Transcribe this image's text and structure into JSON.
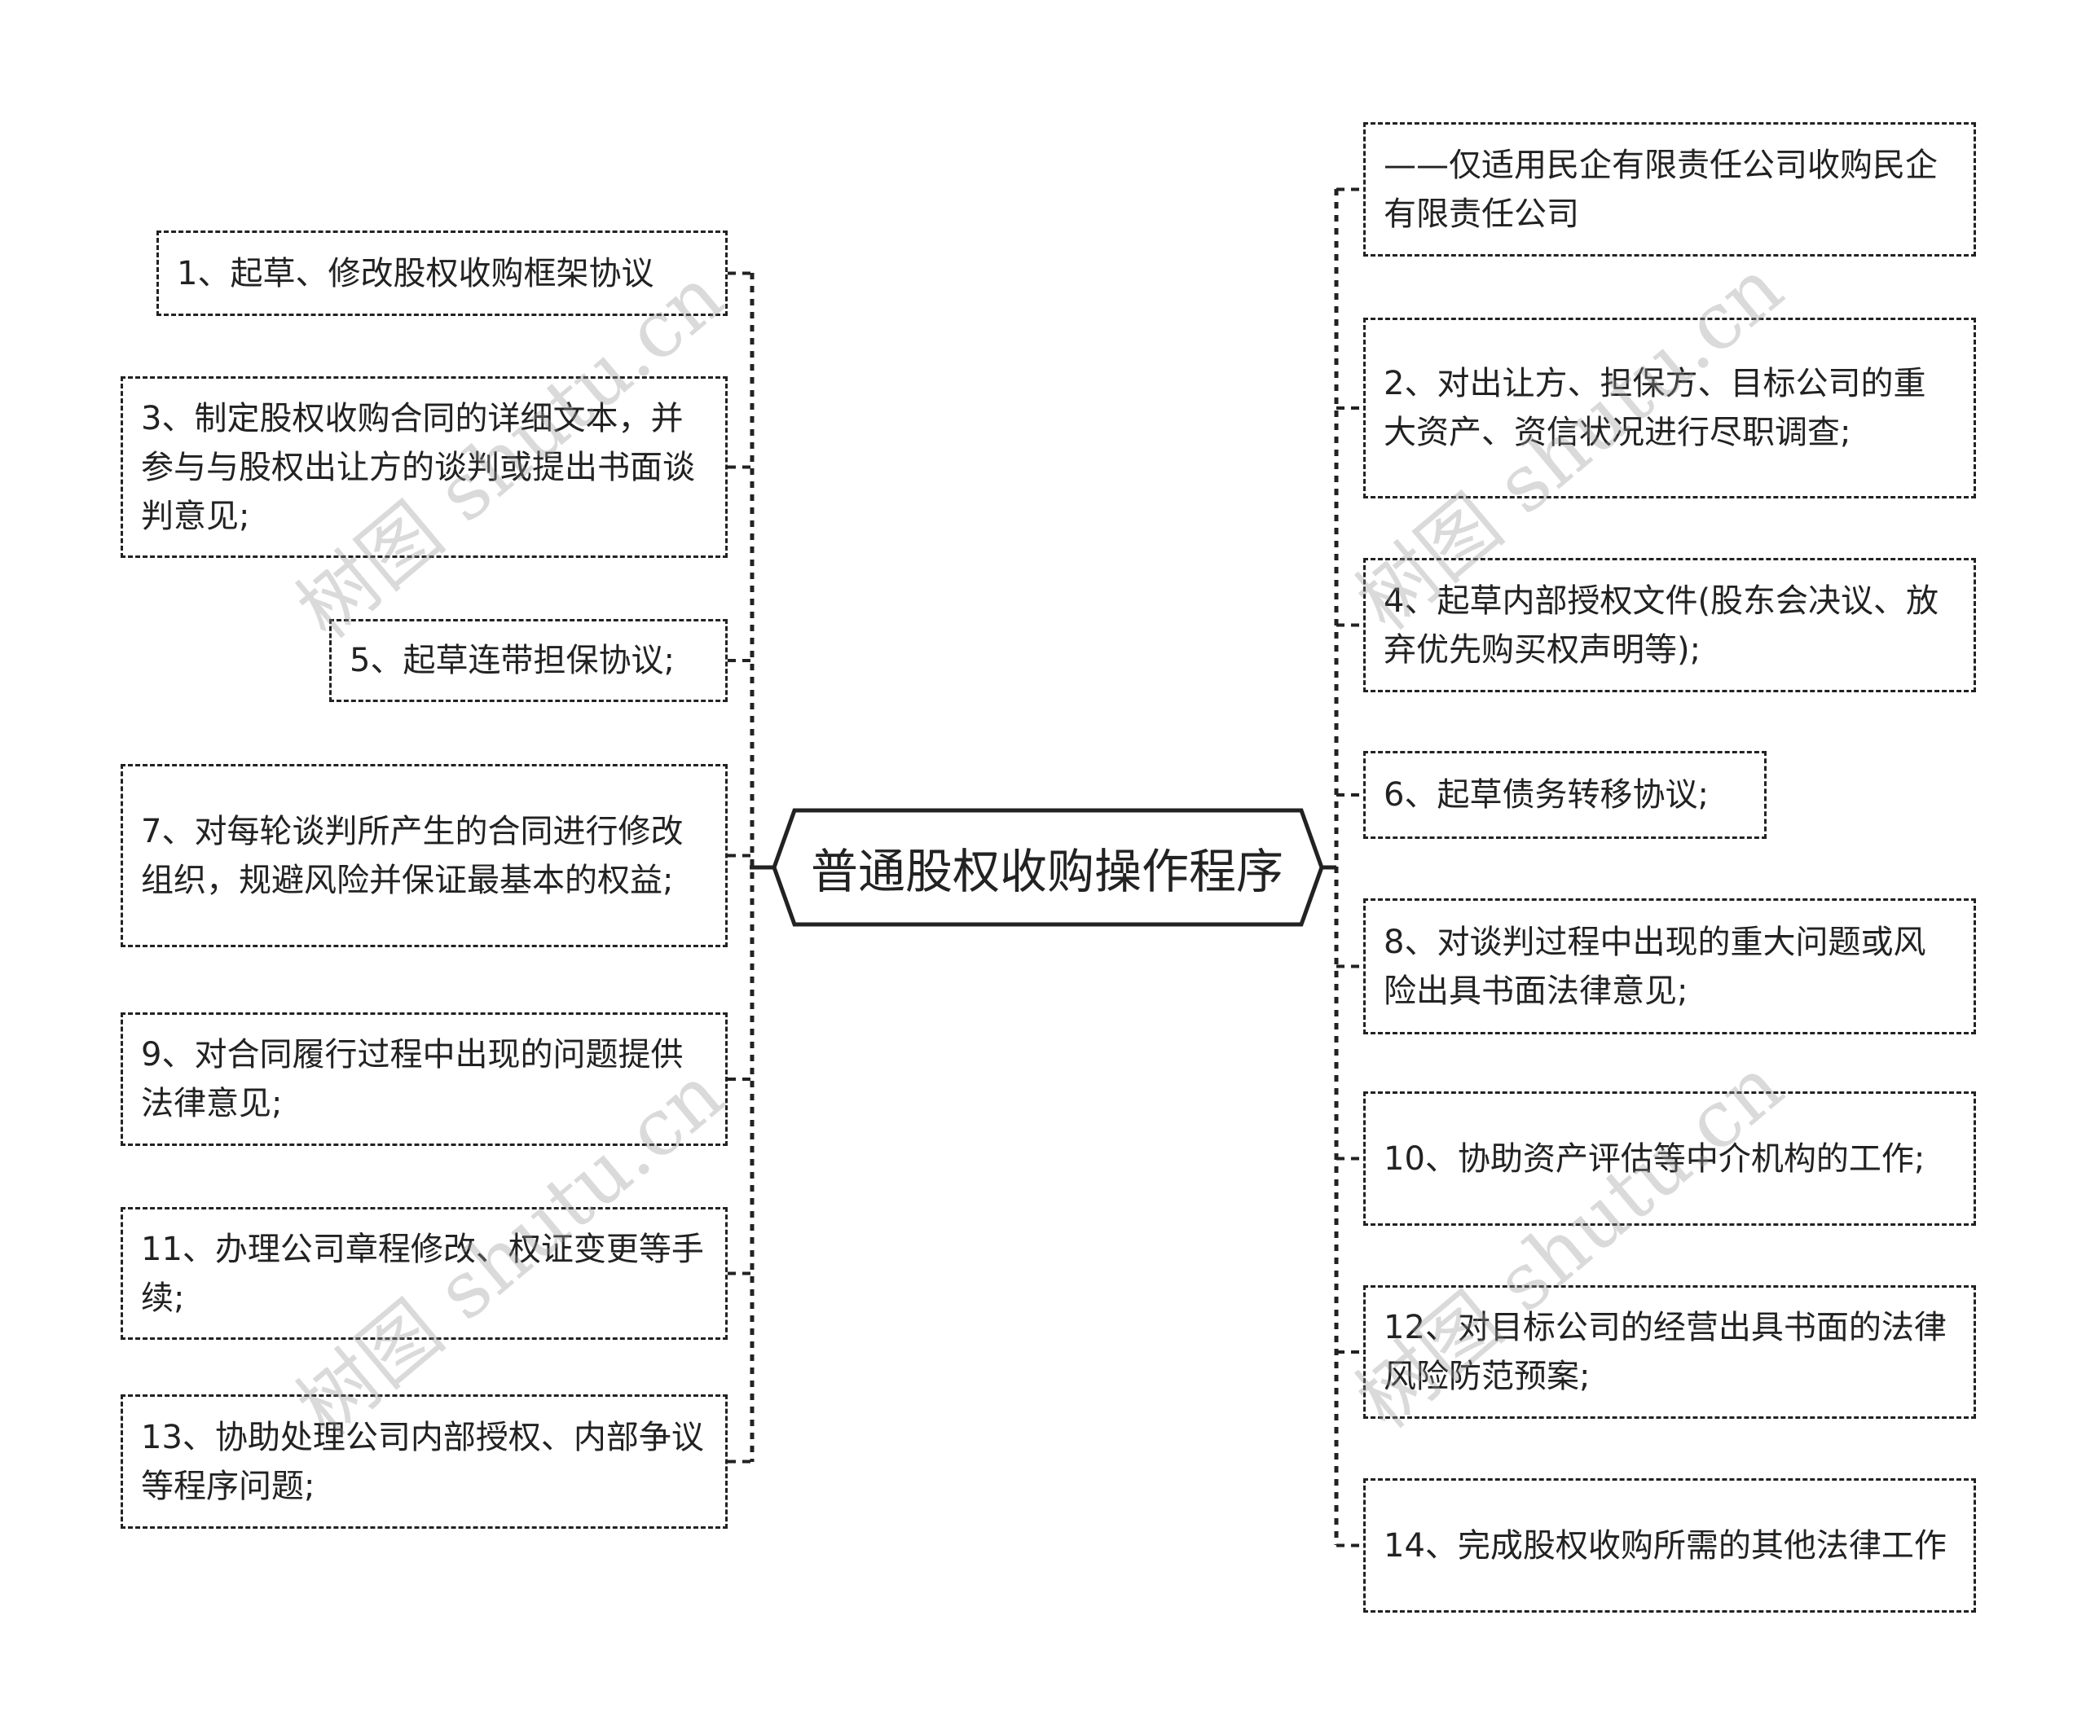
{
  "title": "普通股权收购操作程序",
  "left_nodes": [
    {
      "id": "1",
      "text": "1、起草、修改股权收购框架协议"
    },
    {
      "id": "3",
      "text": "3、制定股权收购合同的详细文本，并参与与股权出让方的谈判或提出书面谈判意见;"
    },
    {
      "id": "5",
      "text": "5、起草连带担保协议;"
    },
    {
      "id": "7",
      "text": "7、对每轮谈判所产生的合同进行修改组织，规避风险并保证最基本的权益;"
    },
    {
      "id": "9",
      "text": "9、对合同履行过程中出现的问题提供法律意见;"
    },
    {
      "id": "11",
      "text": "11、办理公司章程修改、权证变更等手续;"
    },
    {
      "id": "13",
      "text": "13、协助处理公司内部授权、内部争议等程序问题;"
    }
  ],
  "right_nodes": [
    {
      "id": "note",
      "text": "——仅适用民企有限责任公司收购民企有限责任公司"
    },
    {
      "id": "2",
      "text": "2、对出让方、担保方、目标公司的重大资产、资信状况进行尽职调查;"
    },
    {
      "id": "4",
      "text": "4、起草内部授权文件(股东会决议、放弃优先购买权声明等);"
    },
    {
      "id": "6",
      "text": "6、起草债务转移协议;"
    },
    {
      "id": "8",
      "text": "8、对谈判过程中出现的重大问题或风险出具书面法律意见;"
    },
    {
      "id": "10",
      "text": "10、协助资产评估等中介机构的工作;"
    },
    {
      "id": "12",
      "text": "12、对目标公司的经营出具书面的法律风险防范预案;"
    },
    {
      "id": "14",
      "text": "14、完成股权收购所需的其他法律工作"
    }
  ],
  "watermark": "树图 shutu.cn",
  "colors": {
    "line": "#222222",
    "text": "#222222",
    "watermark": "#969696"
  }
}
